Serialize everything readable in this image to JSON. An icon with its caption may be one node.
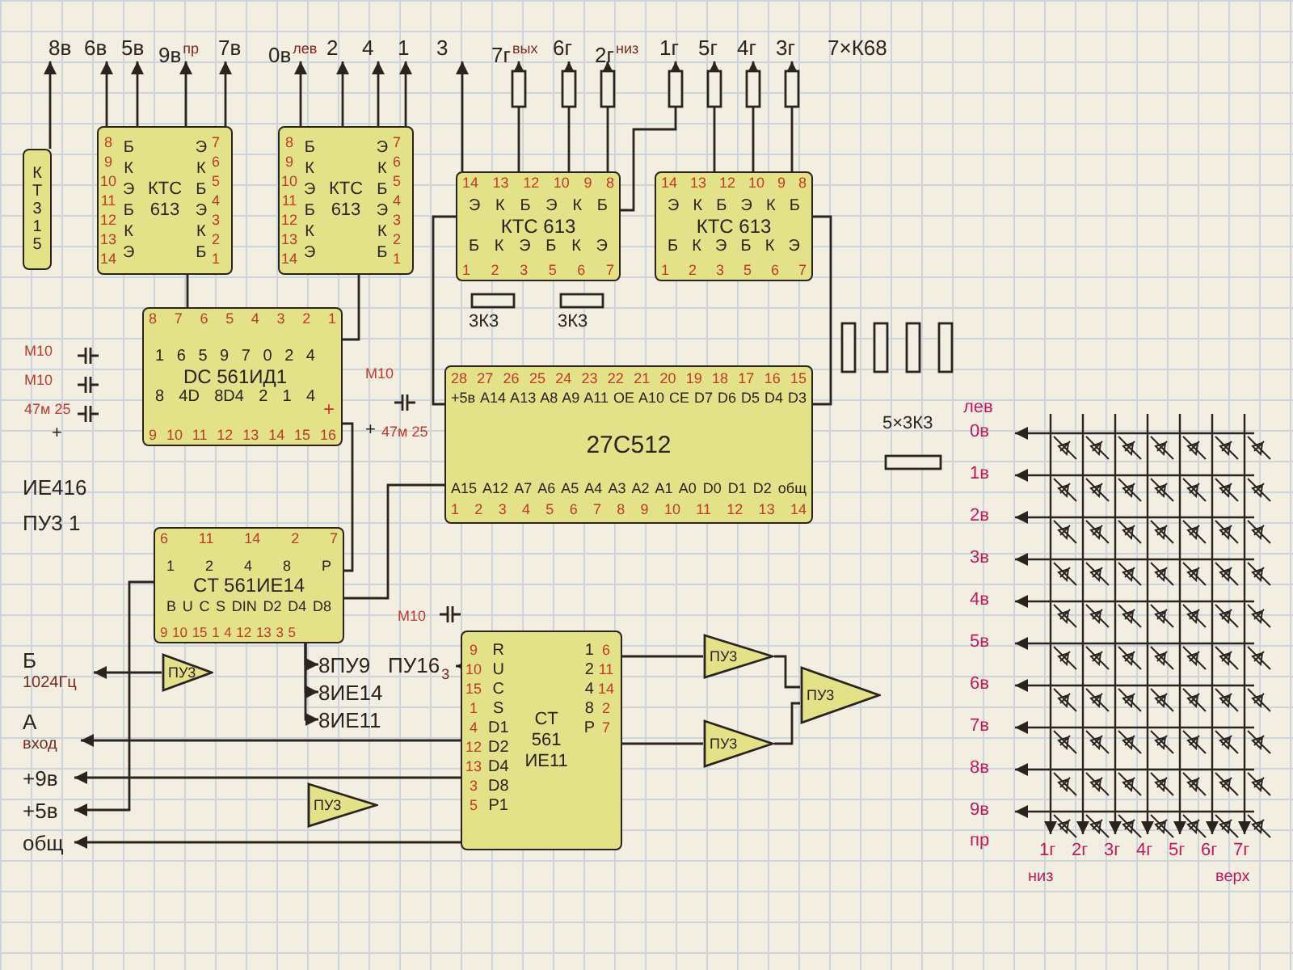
{
  "diagram": {
    "nodes": [
      {
        "text": [
          "8в"
        ]
      },
      {
        "text": [
          "6в"
        ]
      },
      {
        "text": [
          "5в"
        ]
      },
      {
        "text": [
          "9в"
        ],
        "beside": [
          "пр"
        ]
      },
      {
        "text": [
          "7в"
        ]
      },
      {
        "text": [
          "0в"
        ],
        "beside": [
          "лев"
        ]
      },
      {
        "text": [
          "2"
        ]
      },
      {
        "text": [
          "4"
        ]
      },
      {
        "text": [
          "1"
        ]
      },
      {
        "text": [
          "3"
        ]
      },
      {
        "text": [
          "7г"
        ],
        "beside": [
          "вых"
        ]
      },
      {
        "text": [
          "6г"
        ]
      },
      {
        "text": [
          "2г"
        ],
        "beside": [
          "низ"
        ]
      },
      {
        "text": [
          "1г"
        ]
      },
      {
        "text": [
          "5г"
        ]
      },
      {
        "text": [
          "4г"
        ]
      },
      {
        "text": [
          "3г"
        ]
      },
      {
        "text": [
          "КТ315"
        ]
      },
      {
        "text": [
          "Б К Э Б К Э",
          "КТС 613",
          "Э К Б Э К Б"
        ]
      },
      {
        "text": [
          "Б К Э Б К Э",
          "КТС 613",
          "Э К Б Э К Б"
        ]
      },
      {
        "text": [
          "Э К Б Э К Б",
          "КТС 613",
          "Б К Э Б К Э"
        ]
      },
      {
        "text": [
          "Э К Б Э К Б",
          "КТС 613",
          "Б К Э Б К Э"
        ]
      },
      {
        "text": [
          "1 6 5 9 7 0 2 4",
          "DC 561ИД1",
          "8 4D 8D4 2 1 4",
          "+"
        ]
      },
      {
        "text": [
          "27C512"
        ]
      },
      {
        "text": [
          "1 2 4 8 P",
          "CT 561ИЕ14",
          "B U C S DIN D2 D4 D8"
        ]
      },
      {
        "text": [
          "R U C S D1 D2 D4 D8 P1",
          "CT 561 ИЕ11",
          "1 2 4 8 P"
        ]
      },
      {
        "text": [
          "ПУ3"
        ]
      },
      {
        "text": [
          "ПУ3"
        ]
      },
      {
        "text": [
          "ПУ3"
        ]
      },
      {
        "text": [
          "ПУ3"
        ]
      },
      {
        "text": [
          "ПУ3"
        ]
      },
      {
        "text": [
          "Б"
        ],
        "beside": [
          "1024Гц"
        ]
      },
      {
        "text": [
          "А"
        ],
        "beside": [
          "вход"
        ]
      },
      {
        "text": [
          "+9в"
        ]
      },
      {
        "text": [
          "+5в"
        ]
      },
      {
        "text": [
          "общ"
        ]
      },
      {
        "text": [
          "ИЕ416"
        ]
      },
      {
        "text": [
          "ПУ3 1"
        ]
      },
      {
        "text": [
          "8ПУ9"
        ]
      },
      {
        "text": [
          "8ИЕ14"
        ]
      },
      {
        "text": [
          "8ИЕ11"
        ]
      },
      {
        "text": [
          "ПУ16"
        ],
        "beside": [
          "3"
        ]
      }
    ],
    "edges": [
      {
        "from": 17,
        "to": 0,
        "arrow": "to"
      },
      {
        "from": 18,
        "to": 1,
        "arrow": "to"
      },
      {
        "from": 18,
        "to": 2,
        "arrow": "to"
      },
      {
        "from": 18,
        "to": 3,
        "arrow": "to"
      },
      {
        "from": 18,
        "to": 4,
        "arrow": "to"
      },
      {
        "from": 19,
        "to": 5,
        "arrow": "to"
      },
      {
        "from": 19,
        "to": 6,
        "arrow": "to"
      },
      {
        "from": 19,
        "to": 7,
        "arrow": "to"
      },
      {
        "from": 19,
        "to": 8,
        "arrow": "to"
      },
      {
        "from": 20,
        "to": 9,
        "arrow": "to"
      },
      {
        "from": 20,
        "to": 10,
        "arrow": "to"
      },
      {
        "from": 20,
        "to": 11,
        "arrow": "to"
      },
      {
        "from": 20,
        "to": 12,
        "arrow": "to"
      },
      {
        "from": 20,
        "to": 13,
        "arrow": "to"
      },
      {
        "from": 21,
        "to": 14,
        "arrow": "to"
      },
      {
        "from": 21,
        "to": 15,
        "arrow": "to"
      },
      {
        "from": 21,
        "to": 16,
        "arrow": "to"
      },
      {
        "from": 22,
        "to": 18,
        "arrow": "none"
      },
      {
        "from": 22,
        "to": 19,
        "arrow": "none"
      },
      {
        "from": 24,
        "to": 22,
        "arrow": "none"
      },
      {
        "from": 23,
        "to": 20,
        "arrow": "none"
      },
      {
        "from": 23,
        "to": 21,
        "arrow": "none"
      },
      {
        "from": 24,
        "to": 23,
        "arrow": "none"
      },
      {
        "from": 26,
        "to": 31,
        "arrow": "to"
      },
      {
        "from": 25,
        "to": 32,
        "arrow": "to"
      },
      {
        "from": 25,
        "to": 33,
        "arrow": "to"
      },
      {
        "from": 24,
        "to": 34,
        "arrow": "to"
      },
      {
        "from": 25,
        "to": 35,
        "arrow": "to"
      },
      {
        "from": 24,
        "to": 38,
        "arrow": "to"
      },
      {
        "from": 24,
        "to": 39,
        "arrow": "to"
      },
      {
        "from": 24,
        "to": 40,
        "arrow": "to"
      },
      {
        "from": 25,
        "to": 41,
        "arrow": "to"
      },
      {
        "from": 25,
        "to": 28,
        "arrow": "none"
      },
      {
        "from": 25,
        "to": 29,
        "arrow": "none"
      },
      {
        "from": 28,
        "to": 30,
        "arrow": "none"
      },
      {
        "from": 29,
        "to": 30,
        "arrow": "none"
      }
    ],
    "labels": [
      "7×К68",
      "8 9 10 11 12 13 14",
      "7 6 5 4 3 2 1",
      "8 9 10 11 12 13 14",
      "7 6 5 4 3 2 1",
      "14 13 12 10 9 8",
      "14 13 12 10 9 8",
      "1 2 3 5 6 7",
      "1 2 3 5 6 7",
      "8 7 6 5 4 3 2 1",
      "3К3",
      "3К3",
      "М10",
      "М10",
      "М10",
      "28 27 26 25 24 23 22 21 20 19 18 17 16 15",
      "+5в A14 A13 A8 A9 A11 OE A10 CE D7 D6 D5 D4 D3",
      "47м 25",
      "лев",
      "+",
      "9 10 11 12 13 14 15 16",
      "+",
      "47м 25",
      "5×3К3",
      "0в",
      "1в",
      "A15 A12 A7 A6 A5 A4 A3 A2 A1 A0 D0 D1 D2 общ",
      "1 2 3 4 5 6 7 8 9 10 11 12 13 14",
      "2в",
      "6 11 14 2 7",
      "3в",
      "4в",
      "М10",
      "9 10 15 1 4 12 13 3 5",
      "9 10 15 1 4 12 13 3 5",
      "6 11 14 2 7",
      "5в",
      "6в",
      "7в",
      "8в",
      "9в",
      "пр",
      "1г",
      "2г",
      "3г",
      "4г",
      "5г",
      "6г",
      "7г",
      "низ",
      "верх"
    ]
  }
}
